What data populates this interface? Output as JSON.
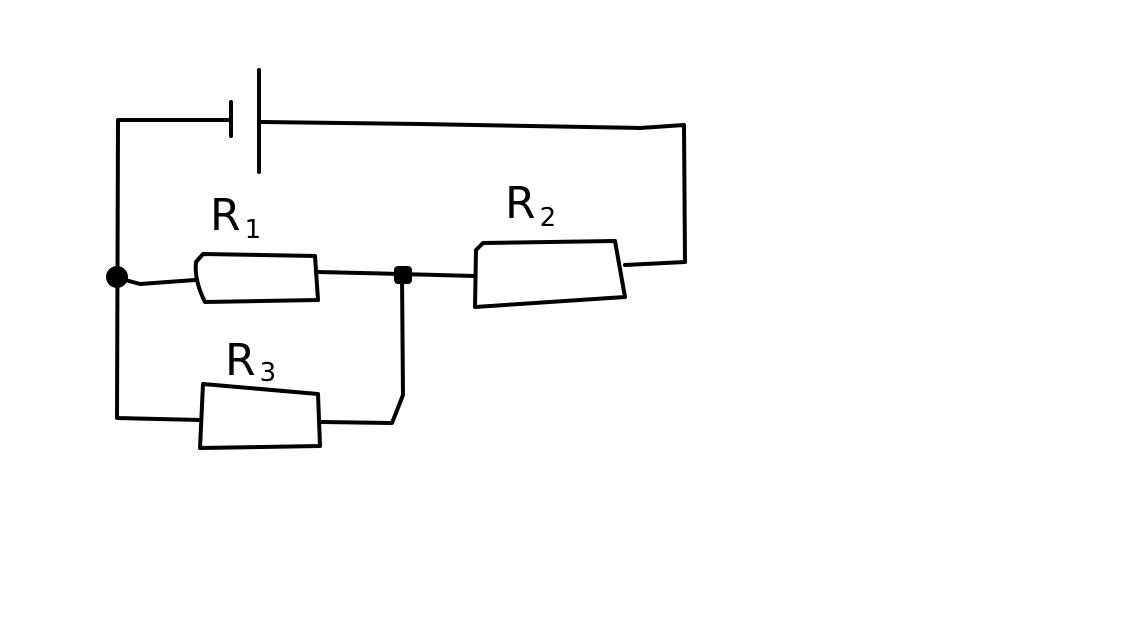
{
  "diagram": {
    "type": "circuit",
    "components": [
      {
        "id": "battery",
        "kind": "battery"
      },
      {
        "id": "R1",
        "kind": "resistor",
        "label": "R",
        "sub": "1"
      },
      {
        "id": "R2",
        "kind": "resistor",
        "label": "R",
        "sub": "2"
      },
      {
        "id": "R3",
        "kind": "resistor",
        "label": "R",
        "sub": "3"
      }
    ],
    "colors": {
      "stroke": "#000000",
      "background": "#ffffff"
    }
  }
}
